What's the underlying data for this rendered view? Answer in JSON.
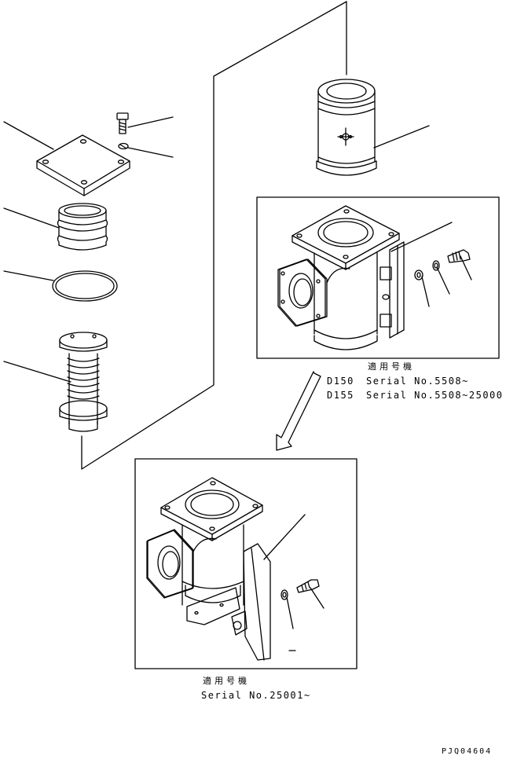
{
  "labels": {
    "applicable_upper_heading": "適用号機",
    "applicable_upper_row1_model": "D150",
    "applicable_upper_row1_serial": "Serial No.5508~",
    "applicable_upper_row2_model": "D155",
    "applicable_upper_row2_serial": "Serial No.5508~25000",
    "applicable_lower_heading": "適用号機",
    "applicable_lower_serial": "Serial No.25001~",
    "drawing_code": "PJQ04604"
  }
}
